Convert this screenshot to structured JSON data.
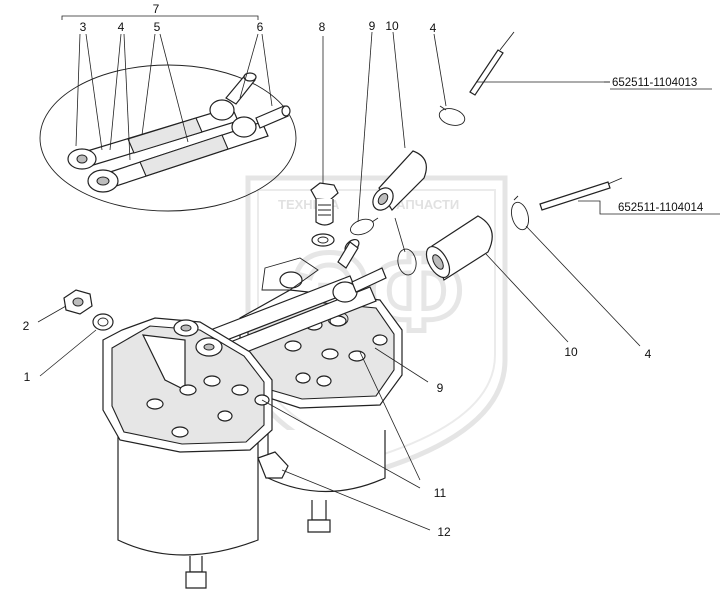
{
  "callouts": {
    "c1": "1",
    "c2": "2",
    "c3": "3",
    "c4a": "4",
    "c4b": "4",
    "c4c": "4",
    "c5": "5",
    "c6": "6",
    "c7": "7",
    "c8": "8",
    "c9a": "9",
    "c9b": "9",
    "c10a": "10",
    "c10b": "10",
    "c11": "11",
    "c12": "12"
  },
  "part_numbers": {
    "pn_top": "652511-1104013",
    "pn_right": "652511-1104014"
  },
  "watermark": {
    "line1_left": "ТЕХНИКА",
    "line1_right": "ЗАПЧАСТИ",
    "logo": "ЭФ"
  }
}
